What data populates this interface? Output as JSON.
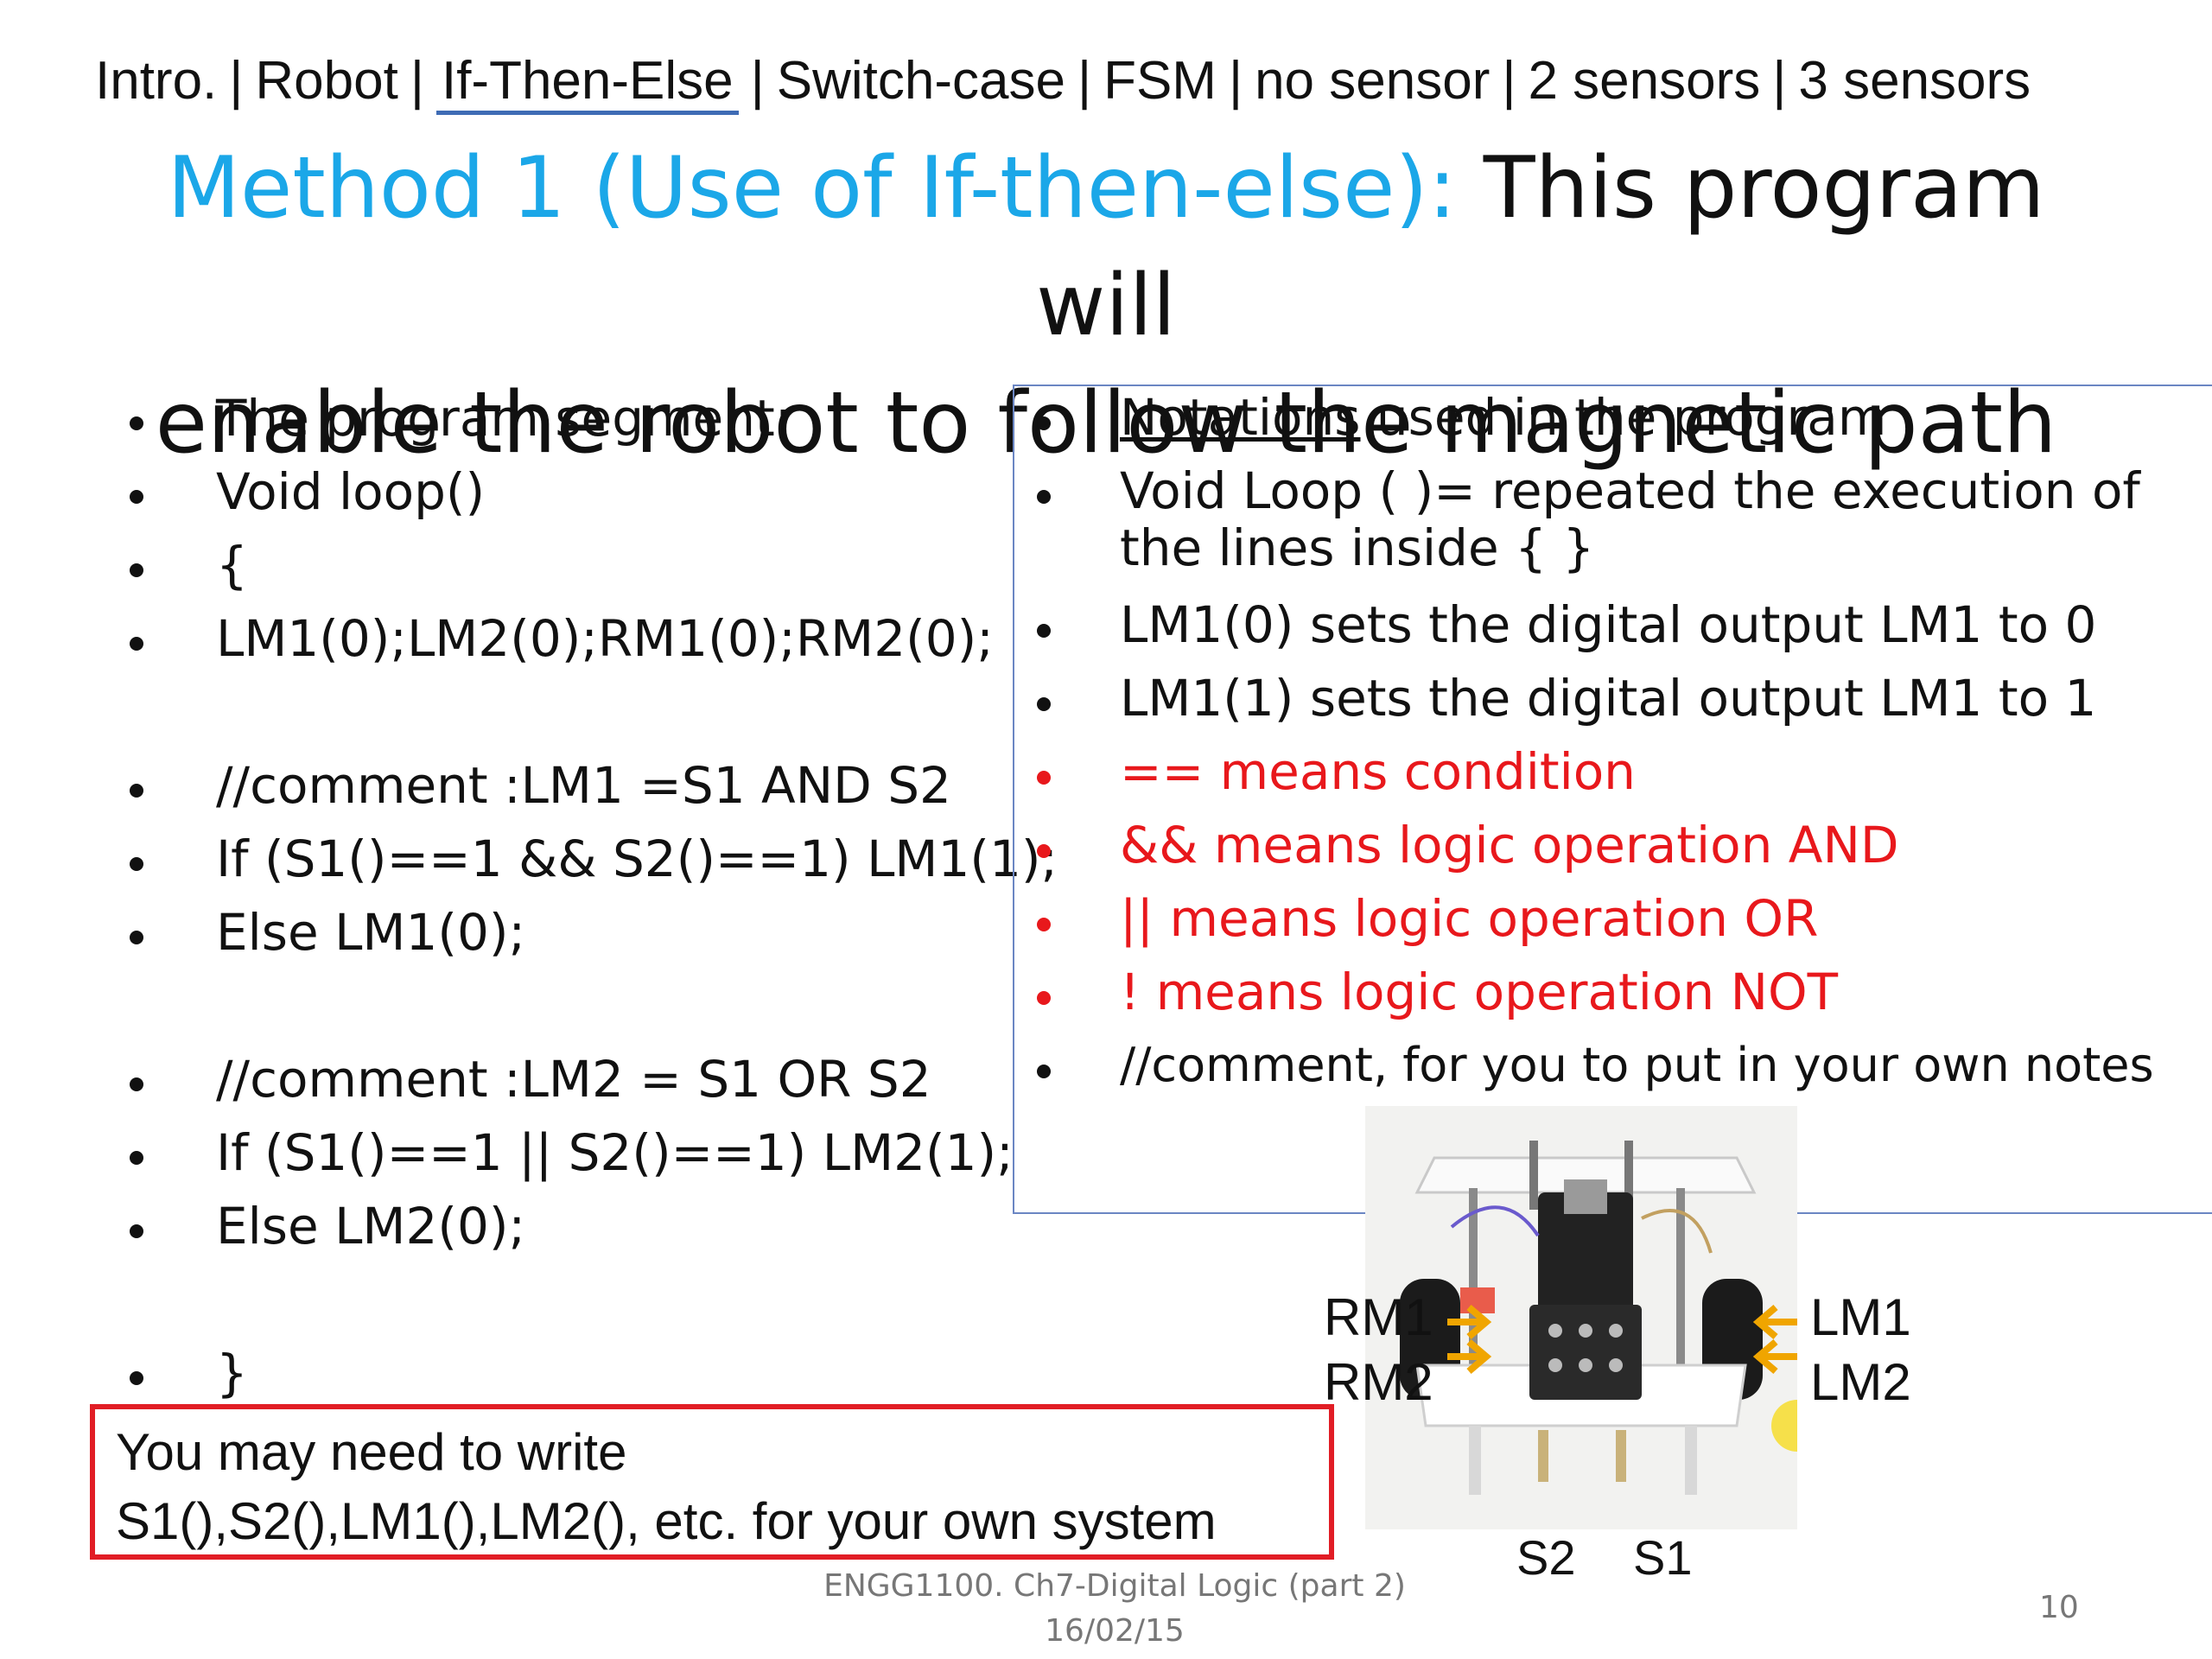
{
  "nav": {
    "items": [
      "Intro.",
      "Robot",
      "If-Then-Else",
      "Switch-case",
      "FSM",
      "no sensor",
      "2 sensors",
      "3 sensors"
    ],
    "current": "If-Then-Else"
  },
  "title": {
    "highlight": "Method 1 (Use of If-then-else):",
    "rest_line1": " This program will",
    "line2": "enable the robot to follow the magnetic path"
  },
  "program": [
    "The program segment:",
    "Void loop()",
    "{",
    "LM1(0);LM2(0);RM1(0);RM2(0);",
    "//comment :LM1 =S1 AND S2",
    "If (S1()==1 && S2()==1) LM1(1);",
    "Else LM1(0);",
    "//comment :LM2 = S1 OR S2",
    "If (S1()==1 || S2()==1) LM2(1);",
    "Else LM2(0);",
    "}"
  ],
  "notes": {
    "heading_underlined": "Notations",
    "heading_rest": " used in the program",
    "loop_line1": "Void Loop ( )= repeated the execution of",
    "loop_line2": "the lines inside { }",
    "lm1_0": "LM1(0) sets the digital output LM1 to 0",
    "lm1_1": "LM1(1) sets the digital output LM1 to 1",
    "eq": "== means condition",
    "and": "&& means logic operation AND",
    "or": "|| means logic operation OR",
    "not": "! means logic operation NOT",
    "comment": "//comment, for you to put in your own notes"
  },
  "warning": {
    "line1": "You may need to write",
    "line2": "S1(),S2(),LM1(),LM2(), etc. for your own system"
  },
  "robot_labels": {
    "rm1": "RM1",
    "rm2": "RM2",
    "lm1": "LM1",
    "lm2": "LM2",
    "s2": "S2",
    "s1": "S1"
  },
  "footer": {
    "course": "ENGG1100. Ch7-Digital Logic (part 2)",
    "date": "16/02/15",
    "page": "10"
  },
  "colors": {
    "title_highlight": "#1ba7e8",
    "red_text": "#e8181c",
    "box_border": "#6b86c3",
    "warn_border": "#e11d25",
    "arrow": "#f0a500"
  }
}
